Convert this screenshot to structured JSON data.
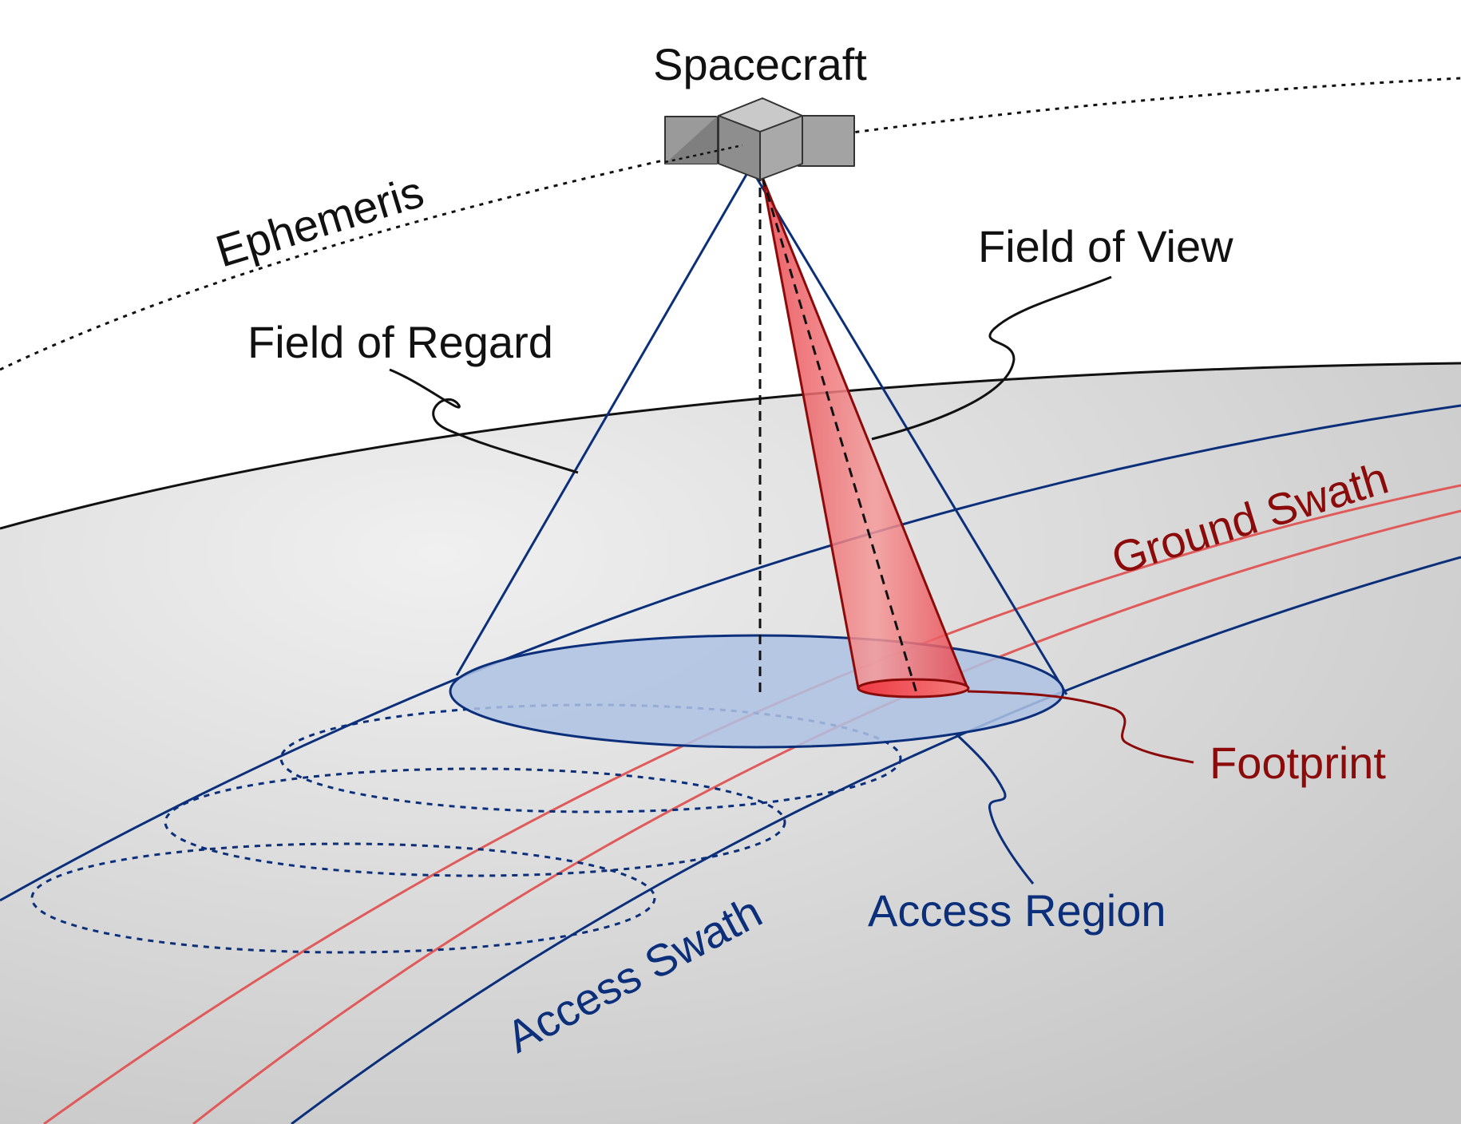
{
  "labels": {
    "spacecraft": "Spacecraft",
    "ephemeris": "Ephemeris",
    "field_of_view": "Field of View",
    "field_of_regard": "Field of Regard",
    "ground_swath": "Ground Swath",
    "footprint": "Footprint",
    "access_region": "Access Region",
    "access_swath": "Access Swath"
  },
  "colors": {
    "black": "#111111",
    "navy": "#0b2f7a",
    "red": "#e05a5a",
    "dark_red": "#8b0a0a",
    "earth_light": "#ececec",
    "earth_dark": "#c9c9c9",
    "access_fill": "#b7c8e6",
    "spacecraft_gray": "#9a9a9a"
  }
}
